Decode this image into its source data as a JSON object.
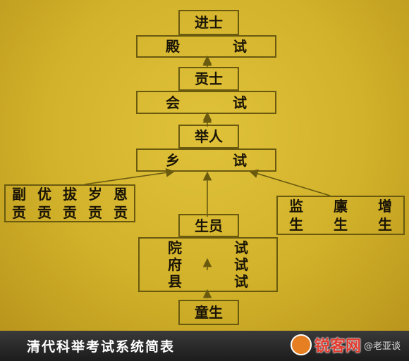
{
  "nodes": {
    "jinshi": "进士",
    "dianshi": [
      "殿",
      "试"
    ],
    "gongshi": "贡士",
    "huishi": [
      "会",
      "试"
    ],
    "juren": "举人",
    "xiangshi": [
      "乡",
      "试"
    ],
    "gongsheng": {
      "top": [
        "副",
        "优",
        "拔",
        "岁",
        "恩"
      ],
      "bottom": [
        "贡",
        "贡",
        "贡",
        "贡",
        "贡"
      ]
    },
    "jiansheng": {
      "top": [
        "监",
        "廪",
        "增"
      ],
      "bottom": [
        "生",
        "生",
        "生"
      ]
    },
    "shengyuan": "生员",
    "exams": {
      "left": [
        "院",
        "府",
        "县"
      ],
      "right": [
        "试",
        "试",
        "试"
      ]
    },
    "tongsheng": "童生"
  },
  "footer": {
    "title": "清代科举考试系统简表",
    "watermark": "锐客网",
    "watermark_sub": "@老亚谈"
  },
  "colors": {
    "board": "#d2b22a",
    "border": "#6a5a10",
    "text": "#1a1406",
    "footer": "#2a2a2a"
  }
}
